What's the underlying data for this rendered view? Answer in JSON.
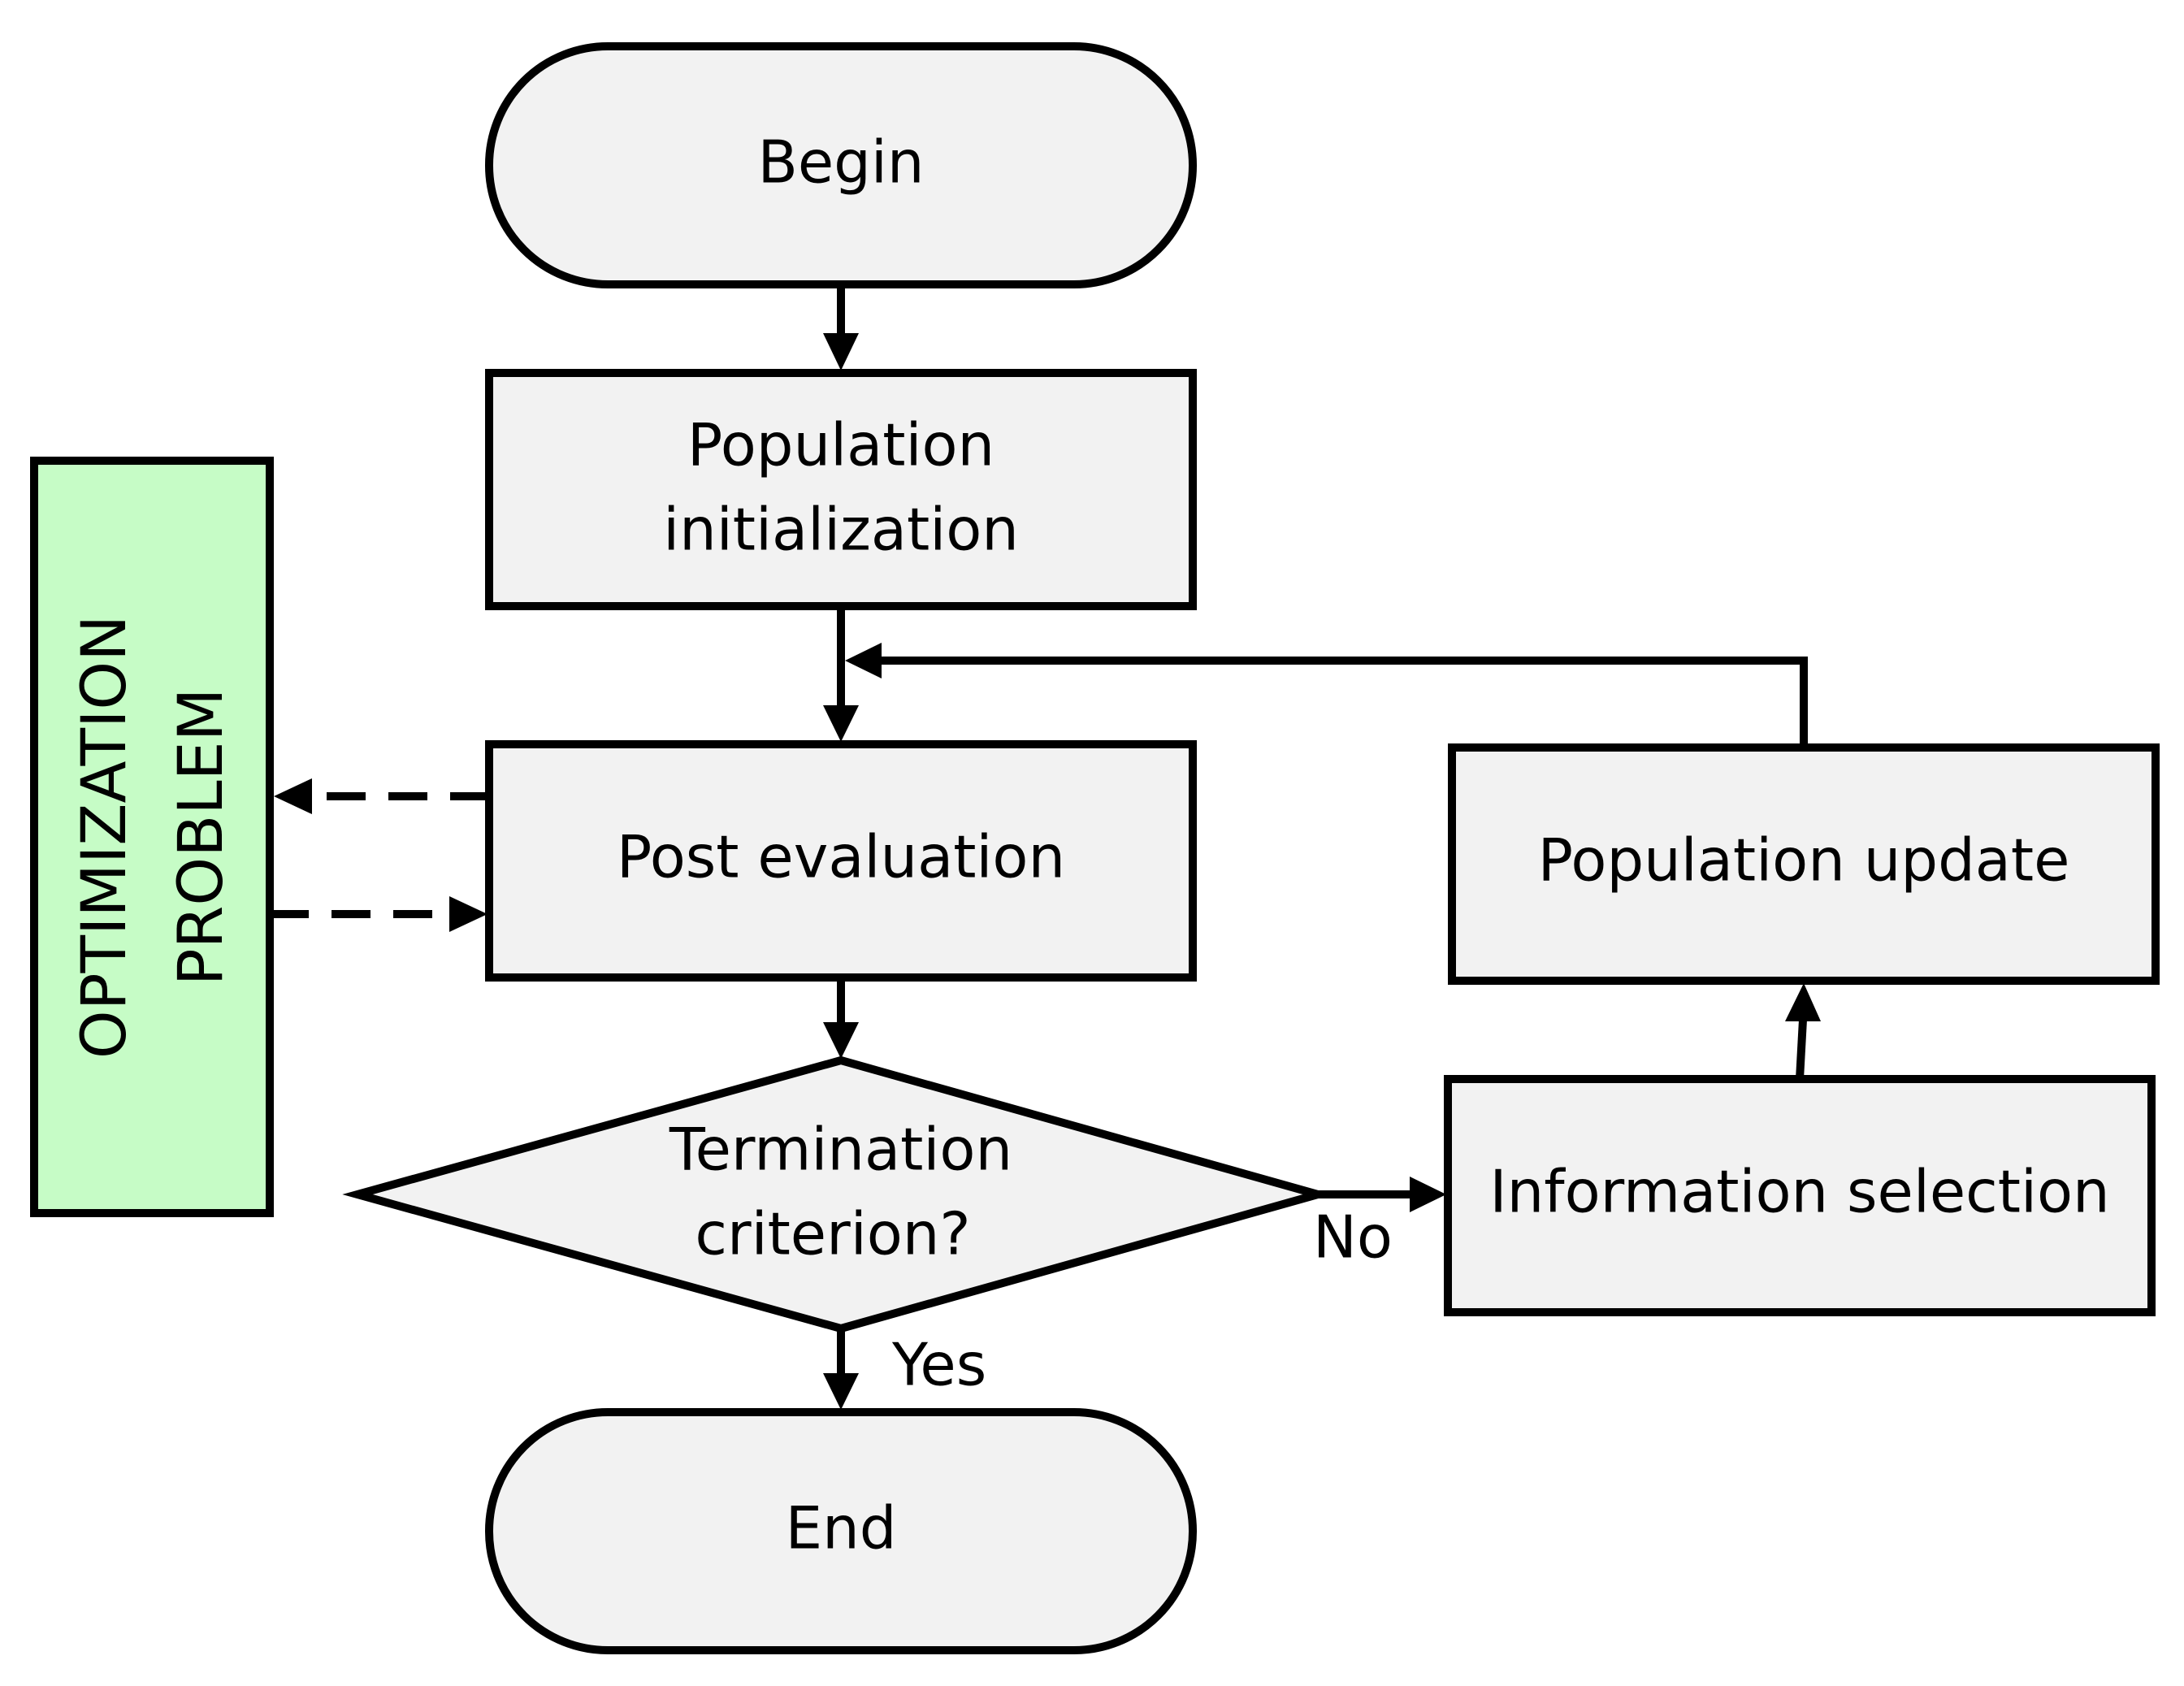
{
  "nodes": {
    "begin": "Begin",
    "population_initialization": [
      "Population",
      "initialization"
    ],
    "post_evaluation": "Post evaluation",
    "termination_criterion": [
      "Termination",
      "criterion?"
    ],
    "end": "End",
    "population_update": "Population update",
    "information_selection": "Information selection",
    "optimization_problem": [
      "OPTIMIZATION",
      "PROBLEM"
    ]
  },
  "edge_labels": {
    "yes": "Yes",
    "no": "No"
  },
  "colors": {
    "node_fill": "#f2f2f2",
    "side_panel_fill": "#c6fcc6",
    "stroke": "#000000"
  }
}
